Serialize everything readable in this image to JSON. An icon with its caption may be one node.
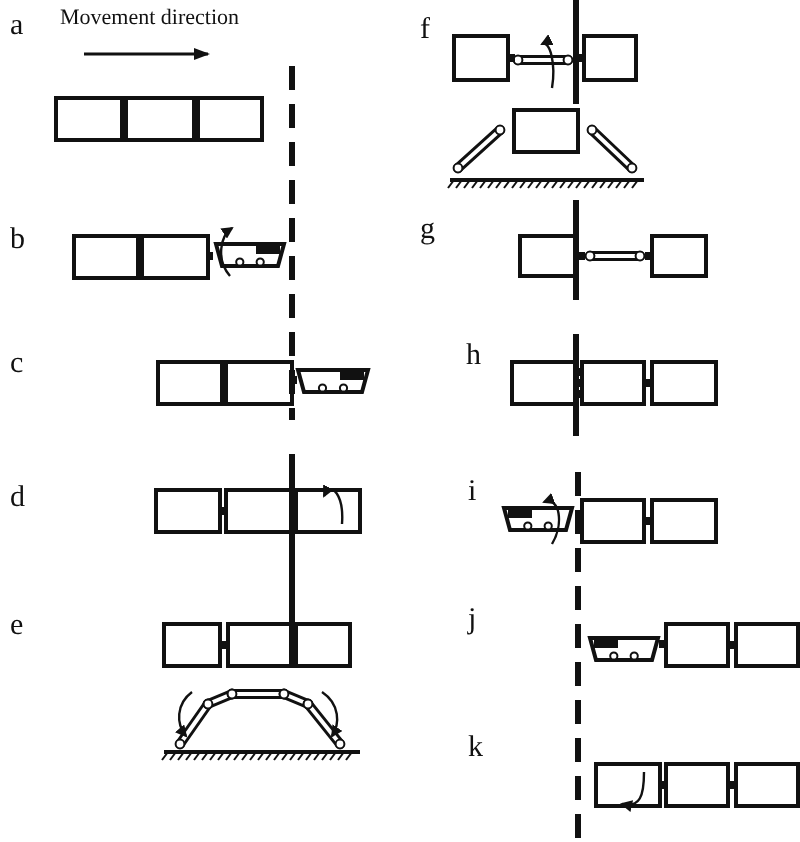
{
  "diagram": {
    "labels": [
      "a",
      "Movement direction",
      "b",
      "c",
      "d",
      "e",
      "f",
      "g",
      "h",
      "i",
      "j",
      "k"
    ]
  }
}
